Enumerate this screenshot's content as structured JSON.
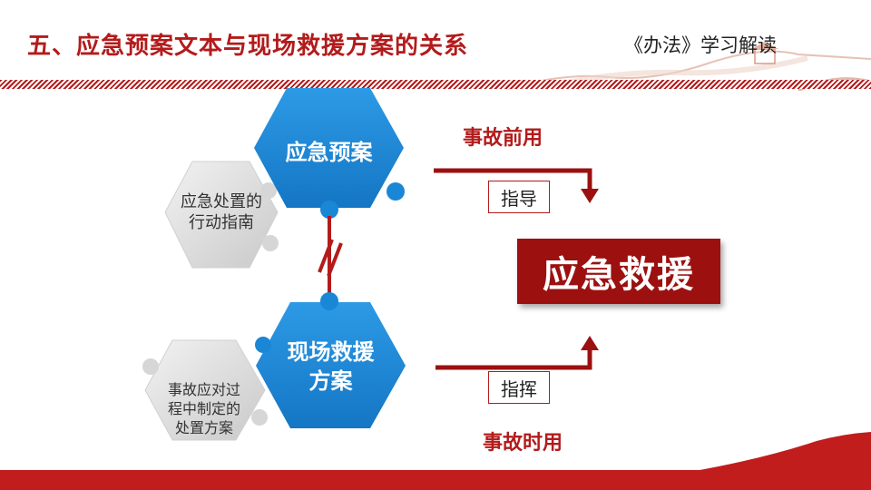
{
  "header": {
    "title": "五、应急预案文本与现场救援方案的关系",
    "subtitle": "《办法》学习解读"
  },
  "diagram": {
    "plan_hex": "应急预案",
    "plan_note_line1": "应急处置的",
    "plan_note_line2": "行动指南",
    "scene_hex_line1": "现场救援",
    "scene_hex_line2": "方案",
    "scene_note_line1": "事故应对过",
    "scene_note_line2": "程中制定的",
    "scene_note_line3": "处置方案",
    "before_label": "事故前用",
    "guide_label": "指导",
    "rescue_label": "应急救援",
    "command_label": "指挥",
    "during_label": "事故时用"
  },
  "colors": {
    "brand_red": "#b31b1b",
    "dark_red": "#9c1010",
    "hex_blue": "#1a86d6",
    "hex_grey": "#dcdcdc"
  }
}
